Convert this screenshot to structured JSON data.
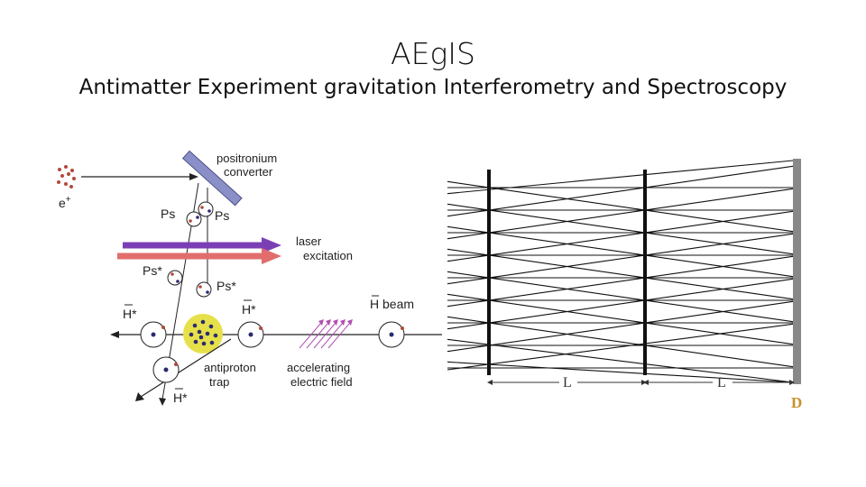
{
  "title": "AEgIS",
  "subtitle": "Antimatter Experiment gravitation Interferometry and Spectroscopy",
  "left_diagram": {
    "e_plus": "e",
    "e_plus_sup": "+",
    "positronium_converter_line1": "positronium",
    "positronium_converter_line2": "converter",
    "ps_left": "Ps",
    "ps_right": "Ps",
    "laser_excitation_line1": "laser",
    "laser_excitation_line2": "excitation",
    "ps_star_left": "Ps*",
    "ps_star_right": "Ps*",
    "hbar_star_left": "H*",
    "hbar_star_right": "H*",
    "hbar_beam": "H beam",
    "antiproton_trap_line1": "antiproton",
    "antiproton_trap_line2": "trap",
    "accelerating_field_line1": "accelerating",
    "accelerating_field_line2": "electric field",
    "hbar_star_bottom": "H*",
    "colors": {
      "laser_purple": "#7b3fb5",
      "laser_pink": "#e26d6d",
      "converter": "#8a8fc7",
      "trap": "#e6e04a"
    }
  },
  "right_diagram": {
    "label_L1": "L",
    "label_L2": "L",
    "detector": "D",
    "colors": {
      "detector_label": "#c8902a",
      "detector": "#888888"
    }
  }
}
